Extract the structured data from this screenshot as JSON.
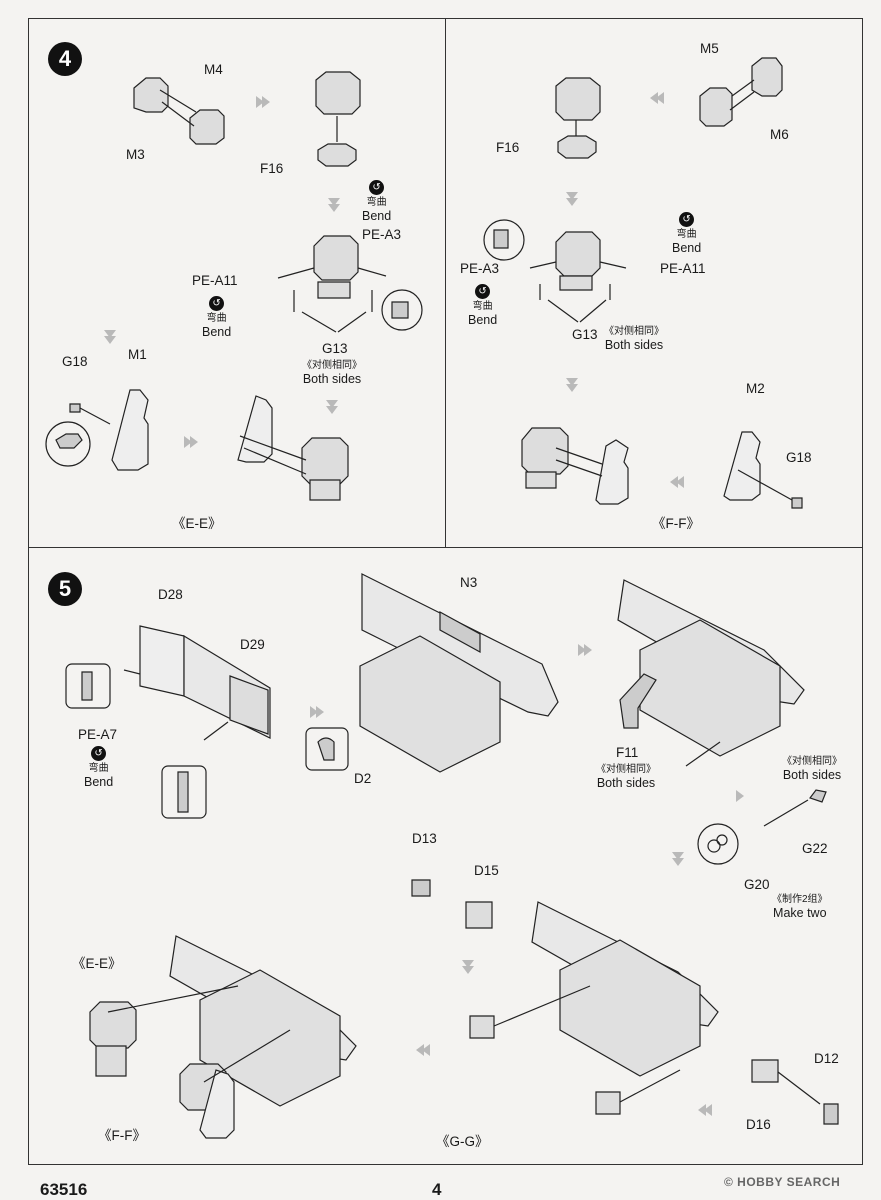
{
  "step4": {
    "number": "4",
    "left": {
      "m4": "M4",
      "m3": "M3",
      "f16": "F16",
      "bend1_cn": "弯曲",
      "bend1_en": "Bend",
      "pe_a3": "PE-A3",
      "pe_a11": "PE-A11",
      "bend2_cn": "弯曲",
      "bend2_en": "Bend",
      "g13": "G13",
      "both_cn": "《对侧相同》",
      "both_en": "Both sides",
      "g18": "G18",
      "m1": "M1",
      "ref": "《E-E》"
    },
    "right": {
      "m5": "M5",
      "m6": "M6",
      "f16": "F16",
      "bend1_cn": "弯曲",
      "bend1_en": "Bend",
      "pe_a3": "PE-A3",
      "pe_a11": "PE-A11",
      "bend2_cn": "弯曲",
      "bend2_en": "Bend",
      "g13": "G13",
      "both_cn": "《对侧相同》",
      "both_en": "Both sides",
      "m2": "M2",
      "g18": "G18",
      "ref": "《F-F》"
    }
  },
  "step5": {
    "number": "5",
    "d28": "D28",
    "d29": "D29",
    "pe_a7": "PE-A7",
    "bend_cn": "弯曲",
    "bend_en": "Bend",
    "n3": "N3",
    "d2": "D2",
    "f11": "F11",
    "f11_both_cn": "《对侧相同》",
    "f11_both_en": "Both sides",
    "g22_both_cn": "《对侧相同》",
    "g22_both_en": "Both sides",
    "g22": "G22",
    "g20": "G20",
    "make_two_cn": "《制作2组》",
    "make_two_en": "Make two",
    "d13": "D13",
    "d15": "D15",
    "d12": "D12",
    "d16": "D16",
    "ref_ee": "《E-E》",
    "ref_ff": "《F-F》",
    "ref_gg": "《G-G》"
  },
  "footer": {
    "product_no": "63516",
    "page": "4",
    "watermark": "© HOBBY SEARCH"
  }
}
